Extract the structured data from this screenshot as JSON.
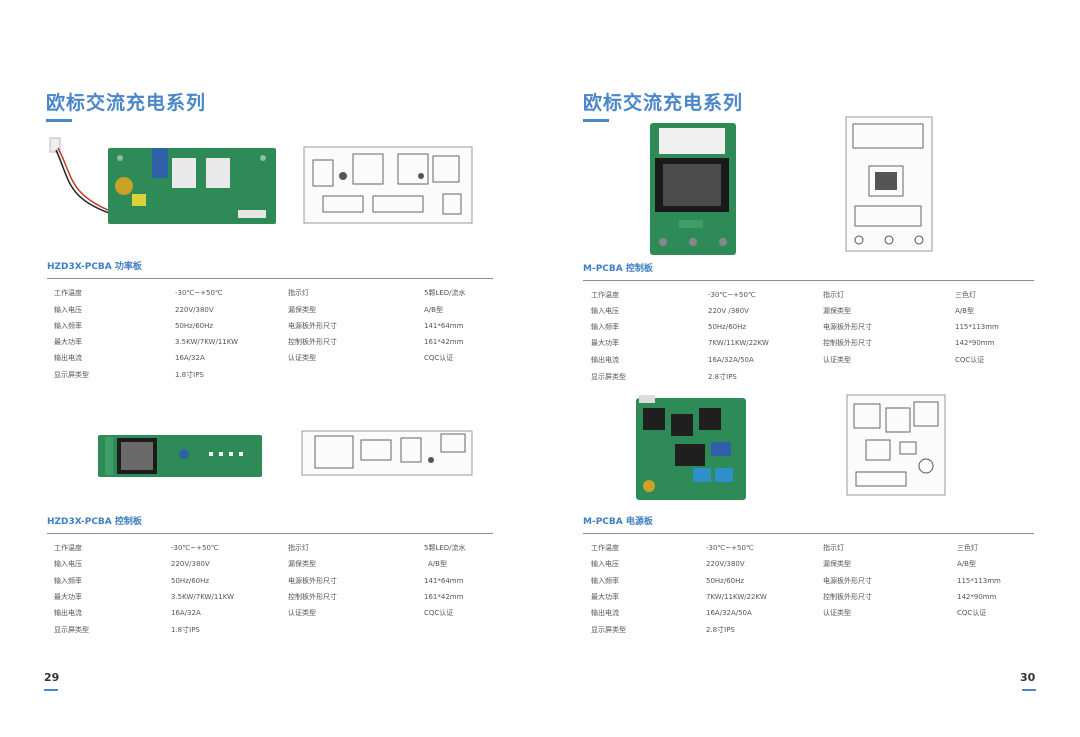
{
  "left_page": {
    "title": "欧标交流充电系列",
    "page_number": "29",
    "sections": [
      {
        "title": "HZD3X-PCBA 功率板",
        "specs": [
          [
            "工作温度",
            "-30℃~+50℃",
            "指示灯",
            "5颗LED/流水"
          ],
          [
            "输入电压",
            "220V/380V",
            "漏保类型",
            "A/B型"
          ],
          [
            "输入频率",
            "50Hz/60Hz",
            "电源板外形尺寸",
            "141*64mm"
          ],
          [
            "最大功率",
            "3.5KW/7KW/11KW",
            "控制板外形尺寸",
            "161*42mm"
          ],
          [
            "输出电流",
            "16A/32A",
            "认证类型",
            "CQC认证"
          ],
          [
            "显示屏类型",
            "1.8寸IPS",
            "",
            ""
          ]
        ]
      },
      {
        "title": "HZD3X-PCBA 控制板",
        "specs": [
          [
            "工作温度",
            "-30℃~+50℃",
            "指示灯",
            "5颗LED/流水"
          ],
          [
            "输入电压",
            "220V/380V",
            "漏保类型",
            "A/B型"
          ],
          [
            "输入频率",
            "50Hz/60Hz",
            "电源板外形尺寸",
            "141*64mm"
          ],
          [
            "最大功率",
            "3.5KW/7KW/11KW",
            "控制板外形尺寸",
            "161*42mm"
          ],
          [
            "输出电流",
            "16A/32A",
            "认证类型",
            "CQC认证"
          ],
          [
            "显示屏类型",
            "1.8寸IPS",
            "",
            ""
          ]
        ]
      }
    ]
  },
  "right_page": {
    "title": "欧标交流充电系列",
    "page_number": "30",
    "sections": [
      {
        "title": "M-PCBA 控制板",
        "specs": [
          [
            "工作温度",
            "-30℃~+50℃",
            "指示灯",
            "三色灯"
          ],
          [
            "输入电压",
            "220V /380V",
            "漏保类型",
            "A/B型"
          ],
          [
            "输入频率",
            "50Hz/60Hz",
            "电源板外形尺寸",
            "115*113mm"
          ],
          [
            "最大功率",
            "7KW/11KW/22KW",
            "控制板外形尺寸",
            "142*90mm"
          ],
          [
            "输出电流",
            "16A/32A/50A",
            "认证类型",
            "CQC认证"
          ],
          [
            "显示屏类型",
            "2.8寸IPS",
            "",
            ""
          ]
        ]
      },
      {
        "title": "M-PCBA 电源板",
        "specs": [
          [
            "工作温度",
            "-30℃~+50℃",
            "指示灯",
            "三色灯"
          ],
          [
            "输入电压",
            "220V/380V",
            "漏保类型",
            "A/B型"
          ],
          [
            "输入频率",
            "50Hz/60Hz",
            "电源板外形尺寸",
            "115*113mm"
          ],
          [
            "最大功率",
            "7KW/11KW/22KW",
            "控制板外形尺寸",
            "142*90mm"
          ],
          [
            "输出电流",
            "16A/32A/50A",
            "认证类型",
            "CQC认证"
          ],
          [
            "显示屏类型",
            "2.8寸IPS",
            "",
            ""
          ]
        ]
      }
    ]
  },
  "colors": {
    "accent": "#4a86c8",
    "pcb_green": "#2e8b57",
    "rule": "#8c8c8c"
  }
}
